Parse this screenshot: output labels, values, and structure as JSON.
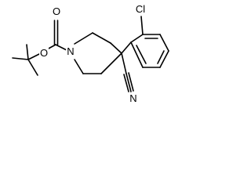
{
  "molecule": {
    "atoms": {
      "o_carbonyl": "O",
      "o_ester": "O",
      "n_ring": "N",
      "cl": "Cl",
      "n_nitrile": "N"
    }
  },
  "colors": {
    "bond": "#000000",
    "text": "#000000",
    "background": "#ffffff"
  }
}
